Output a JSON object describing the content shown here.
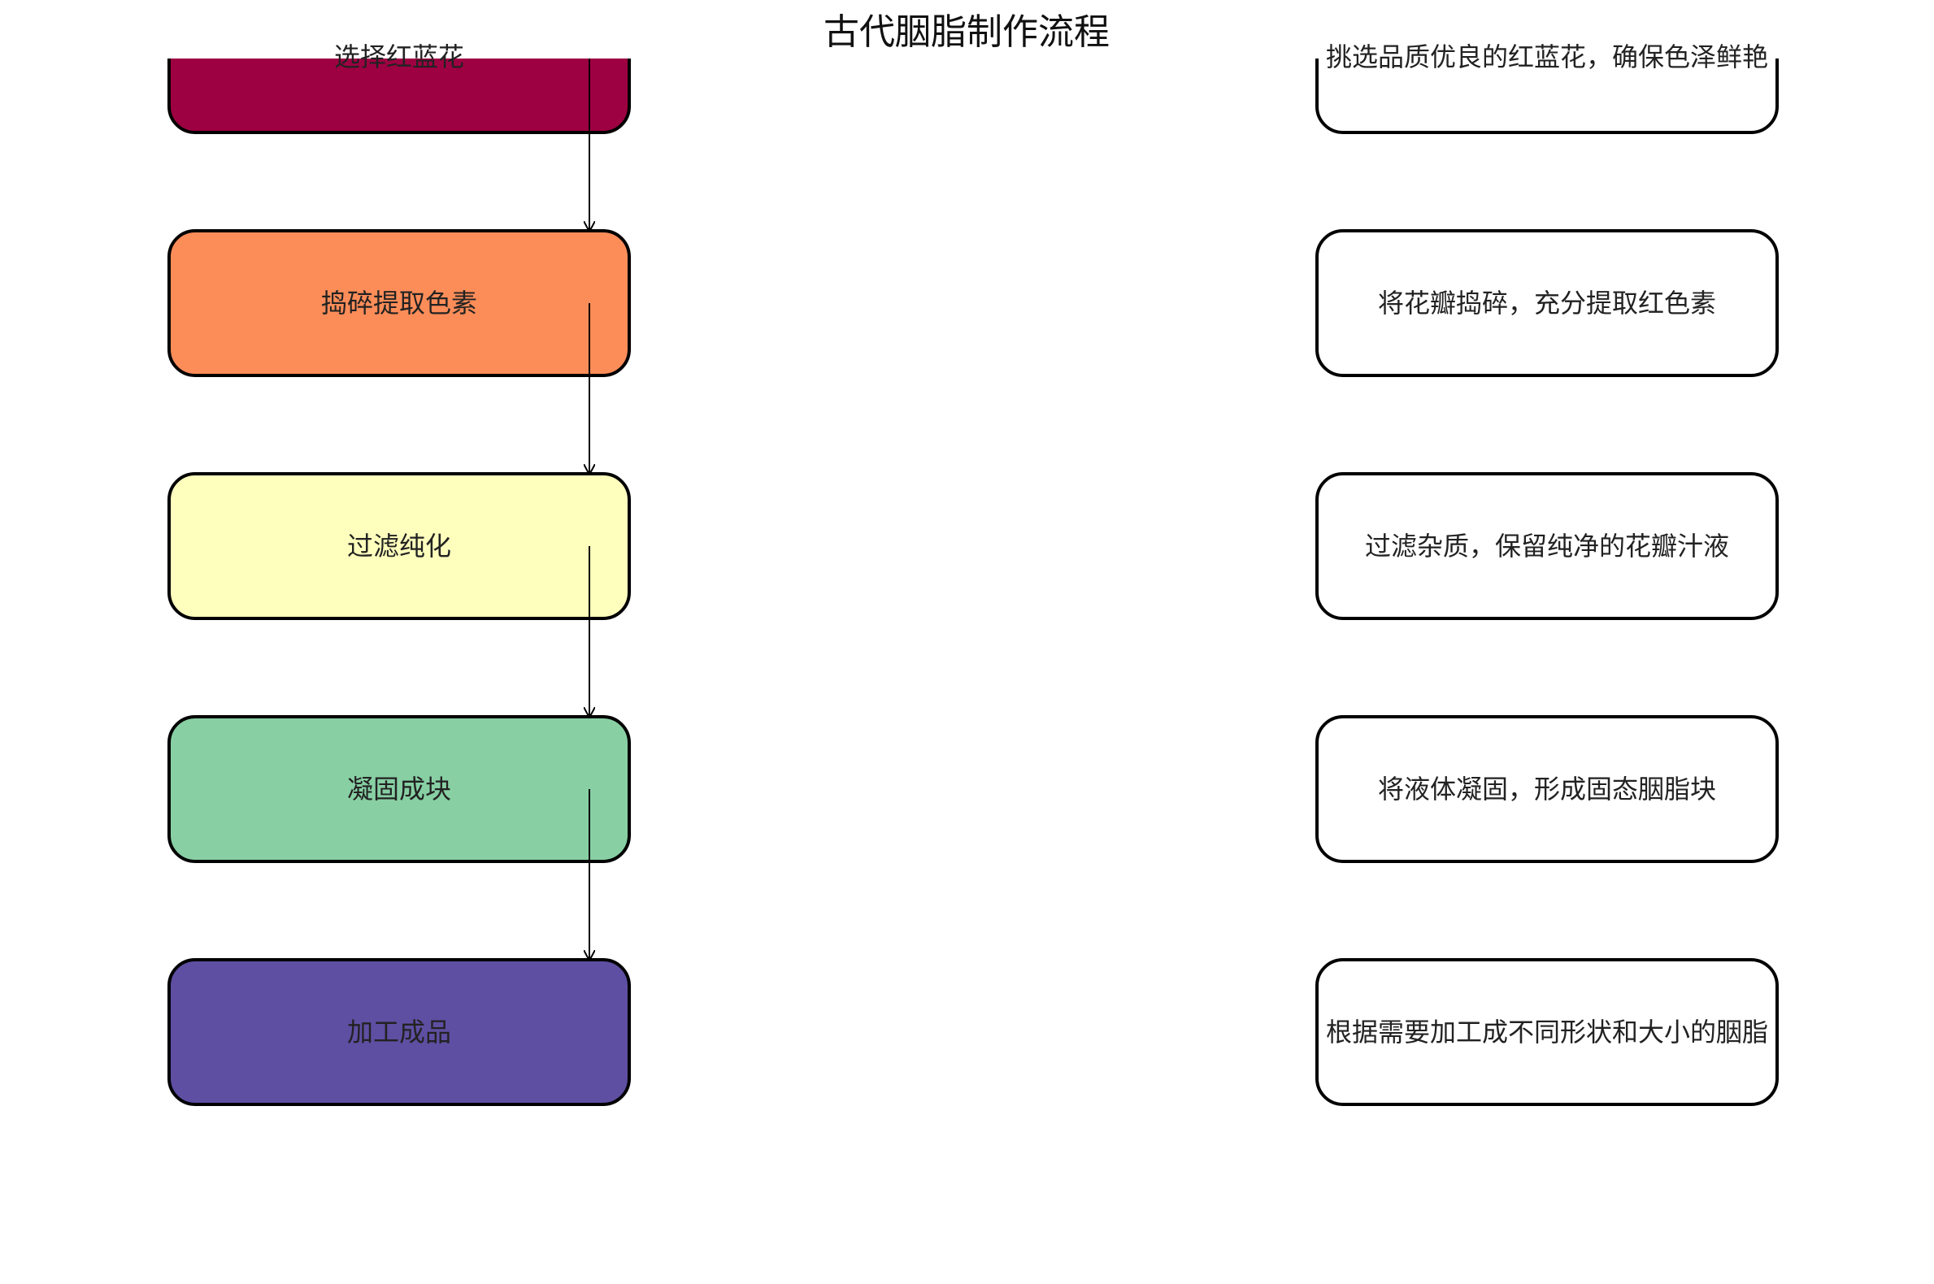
{
  "title": "古代胭脂制作流程",
  "steps": [
    {
      "label": "选择红蓝花",
      "description": "挑选品质优良的红蓝花，确保色泽鲜艳",
      "color": "#9e0142"
    },
    {
      "label": "捣碎提取色素",
      "description": "将花瓣捣碎，充分提取红色素",
      "color": "#fc8d59"
    },
    {
      "label": "过滤纯化",
      "description": "过滤杂质，保留纯净的花瓣汁液",
      "color": "#fefebd"
    },
    {
      "label": "凝固成块",
      "description": "将液体凝固，形成固态胭脂块",
      "color": "#88d0a4"
    },
    {
      "label": "加工成品",
      "description": "根据需要加工成不同形状和大小的胭脂",
      "color": "#5e4fa2"
    }
  ],
  "colors": {
    "box_border": "#000000",
    "description_fill": "#ffffff"
  }
}
